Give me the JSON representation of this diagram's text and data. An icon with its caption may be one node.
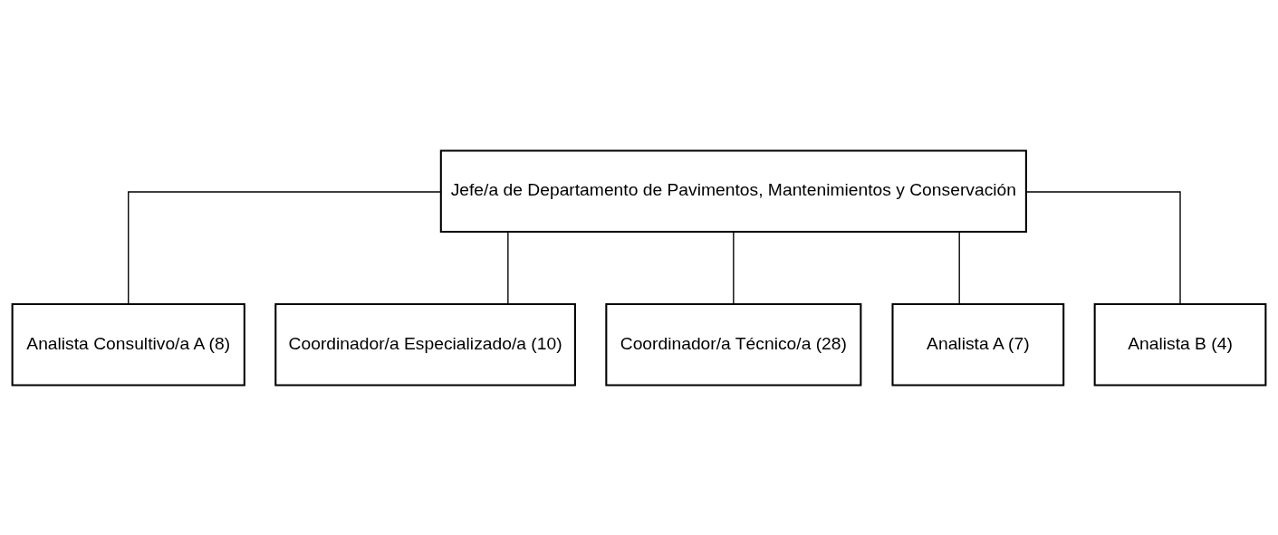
{
  "diagram": {
    "nodes": [
      {
        "text": [
          "Jefe/a de Departamento de Pavimentos, Mantenimientos y Conservación"
        ]
      },
      {
        "text": [
          "Analista Consultivo/a A (8)"
        ]
      },
      {
        "text": [
          "Coordinador/a Especializado/a (10)"
        ]
      },
      {
        "text": [
          "Coordinador/a Técnico/a (28)"
        ]
      },
      {
        "text": [
          "Analista A (7)"
        ]
      },
      {
        "text": [
          "Analista B (4)"
        ]
      }
    ],
    "edges": [
      {
        "from": 0,
        "to": 1,
        "arrow": "none"
      },
      {
        "from": 0,
        "to": 2,
        "arrow": "none"
      },
      {
        "from": 0,
        "to": 3,
        "arrow": "none"
      },
      {
        "from": 0,
        "to": 4,
        "arrow": "none"
      },
      {
        "from": 0,
        "to": 5,
        "arrow": "none"
      }
    ]
  }
}
